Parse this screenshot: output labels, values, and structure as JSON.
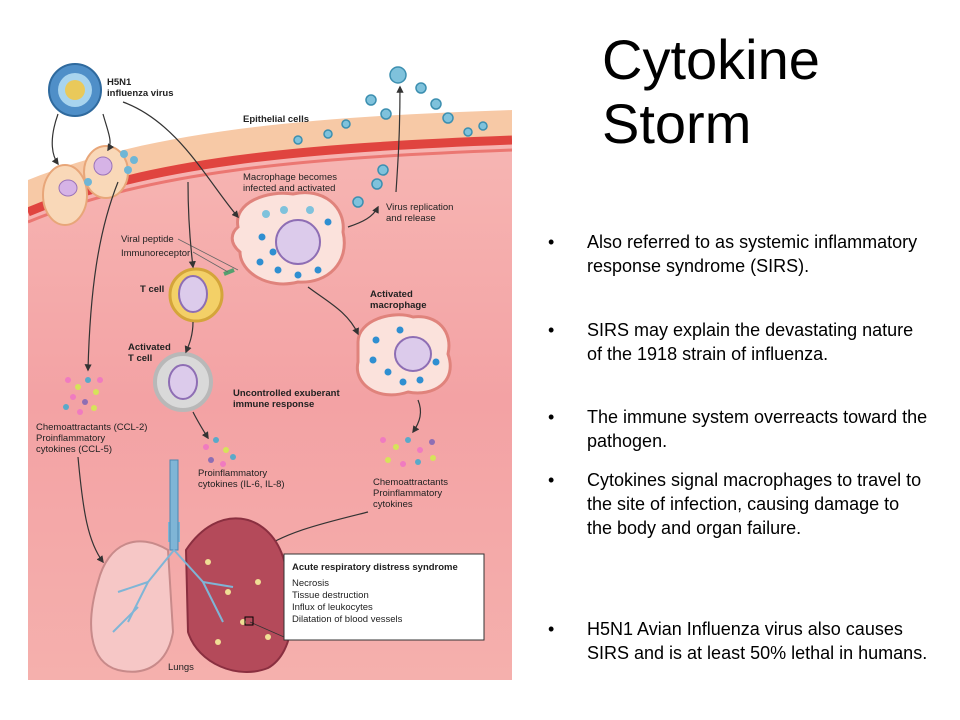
{
  "title": {
    "line1": "Cytokine",
    "line2": "Storm"
  },
  "bullets": [
    "Also referred to as systemic inflammatory response syndrome (SIRS).",
    "SIRS may explain the devastating nature of the 1918 strain of influenza.",
    "The immune system overreacts toward the pathogen.",
    "Cytokines signal macrophages to travel to the site of infection, causing damage to the body and organ failure.",
    "H5N1 Avian Influenza virus also causes SIRS and is at least 50% lethal in humans."
  ],
  "bullet_glyph": "•",
  "figure": {
    "h5n1_line1": "H5N1",
    "h5n1_line2": "influenza virus",
    "epithelial": "Epithelial cells",
    "macrophage_line1": "Macrophage becomes",
    "macrophage_line2": "infected and activated",
    "virus_repl_line1": "Virus replication",
    "virus_repl_line2": "and release",
    "viral_peptide": "Viral peptide",
    "immunoreceptor": "Immunoreceptor",
    "t_cell": "T cell",
    "activated_macrophage_line1": "Activated",
    "activated_macrophage_line2": "macrophage",
    "activated_t_line1": "Activated",
    "activated_t_line2": "T cell",
    "uncontrolled_line1": "Uncontrolled exuberant",
    "uncontrolled_line2": "immune response",
    "chemo_left_line1": "Chemoattractants (CCL-2)",
    "chemo_left_line2": "Proinflammatory",
    "chemo_left_line3": "cytokines (CCL-5)",
    "proinflam_line1": "Proinflammatory",
    "proinflam_line2": "cytokines (IL-6, IL-8)",
    "chemo_right_line1": "Chemoattractants",
    "chemo_right_line2": "Proinflammatory",
    "chemo_right_line3": "cytokines",
    "ards_title": "Acute respiratory distress syndrome",
    "ards_items": [
      "Necrosis",
      "Tissue destruction",
      "Influx of leukocytes",
      "Dilatation of blood vessels"
    ],
    "lungs": "Lungs"
  },
  "colors": {
    "tissue": "#f2a6a8",
    "tissue_dark": "#e27d80",
    "epithelium": "#f6c7a3",
    "membrane": "#e0433f",
    "virus": "#5aa9c9",
    "nucleus": "#c9b2dd",
    "t_cell": "#f2d06b",
    "lung": "#f4c4c4",
    "lung_dark": "#b14a55"
  }
}
